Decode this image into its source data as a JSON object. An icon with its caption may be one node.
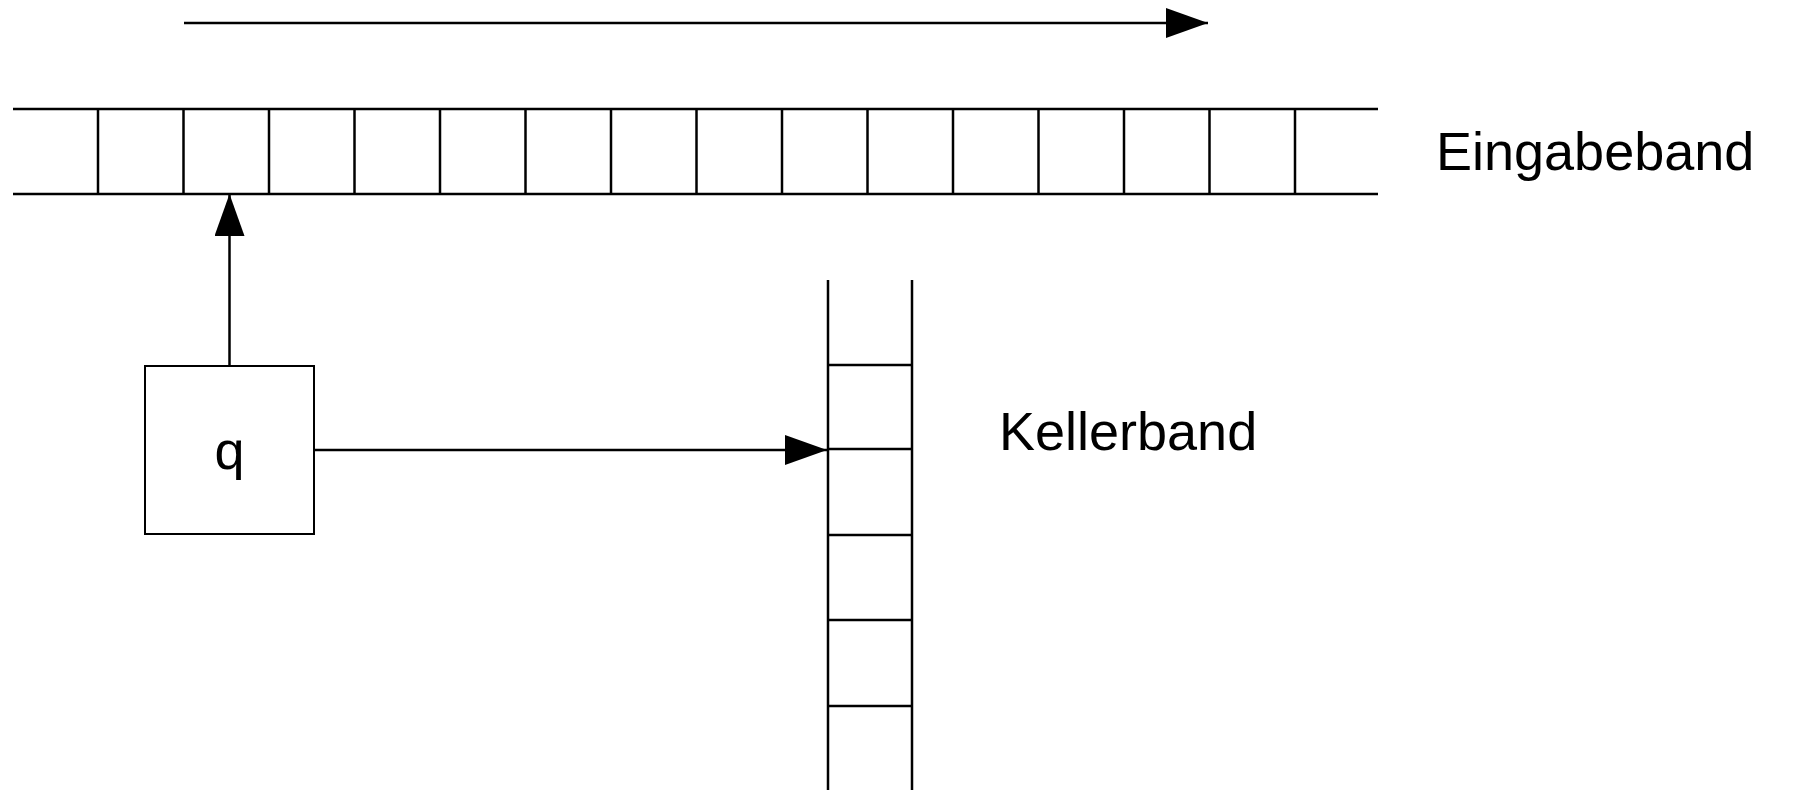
{
  "diagram": {
    "nodes": [
      {
        "text": [
          "Eingabeband"
        ]
      },
      {
        "text": [
          "q"
        ]
      },
      {
        "text": [
          "Kellerband"
        ]
      }
    ],
    "edges": [
      {
        "from": 1,
        "to": 0,
        "arrow": "to"
      },
      {
        "from": 1,
        "to": 2,
        "arrow": "to"
      }
    ]
  }
}
